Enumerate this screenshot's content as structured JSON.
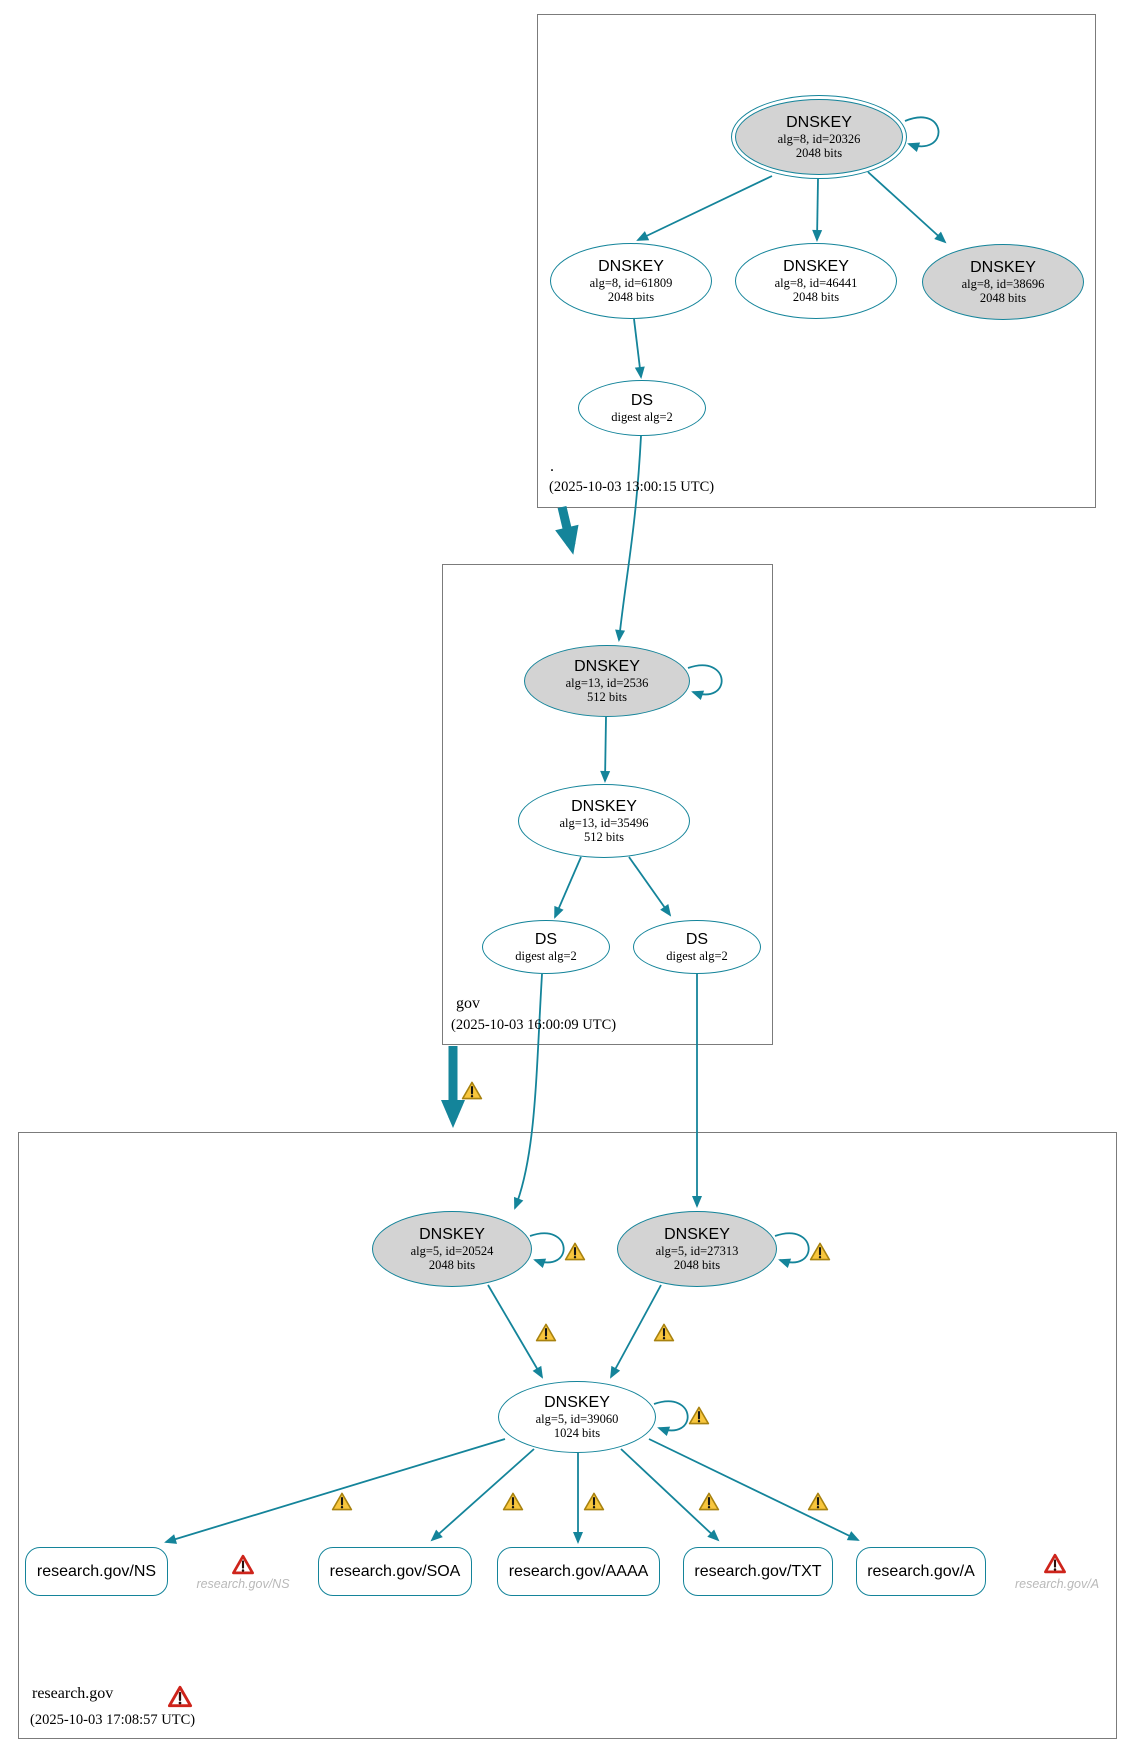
{
  "zones": {
    "root": {
      "label": ".",
      "timestamp": "(2025-10-03 13:00:15 UTC)"
    },
    "gov": {
      "label": "gov",
      "timestamp": "(2025-10-03 16:00:09 UTC)"
    },
    "research": {
      "label": "research.gov",
      "timestamp": "(2025-10-03 17:08:57 UTC)"
    }
  },
  "nodes": {
    "root_ksk": {
      "title": "DNSKEY",
      "detail1": "alg=8, id=20326",
      "detail2": "2048 bits"
    },
    "root_zsk1": {
      "title": "DNSKEY",
      "detail1": "alg=8, id=61809",
      "detail2": "2048 bits"
    },
    "root_zsk2": {
      "title": "DNSKEY",
      "detail1": "alg=8, id=46441",
      "detail2": "2048 bits"
    },
    "root_key3": {
      "title": "DNSKEY",
      "detail1": "alg=8, id=38696",
      "detail2": "2048 bits"
    },
    "root_ds": {
      "title": "DS",
      "detail1": "digest alg=2"
    },
    "gov_ksk": {
      "title": "DNSKEY",
      "detail1": "alg=13, id=2536",
      "detail2": "512 bits"
    },
    "gov_zsk": {
      "title": "DNSKEY",
      "detail1": "alg=13, id=35496",
      "detail2": "512 bits"
    },
    "gov_ds1": {
      "title": "DS",
      "detail1": "digest alg=2"
    },
    "gov_ds2": {
      "title": "DS",
      "detail1": "digest alg=2"
    },
    "res_ksk1": {
      "title": "DNSKEY",
      "detail1": "alg=5, id=20524",
      "detail2": "2048 bits"
    },
    "res_ksk2": {
      "title": "DNSKEY",
      "detail1": "alg=5, id=27313",
      "detail2": "2048 bits"
    },
    "res_zsk": {
      "title": "DNSKEY",
      "detail1": "alg=5, id=39060",
      "detail2": "1024 bits"
    }
  },
  "rrsets": {
    "ns": "research.gov/NS",
    "soa": "research.gov/SOA",
    "aaaa": "research.gov/AAAA",
    "txt": "research.gov/TXT",
    "a": "research.gov/A"
  },
  "missing_rrsets": {
    "ns": "research.gov/NS",
    "a": "research.gov/A"
  },
  "icons": {
    "warning": "warning-triangle-icon",
    "error": "error-triangle-icon"
  },
  "colors": {
    "edge_teal": "#14849A",
    "node_fill_gray": "#d3d3d3",
    "zone_box_border": "#7b7b7b",
    "warning_fill": "#F8C63D",
    "warning_border": "#A8820F",
    "error_border": "#CE241B",
    "missing_text_gray": "#b9b9b9"
  }
}
